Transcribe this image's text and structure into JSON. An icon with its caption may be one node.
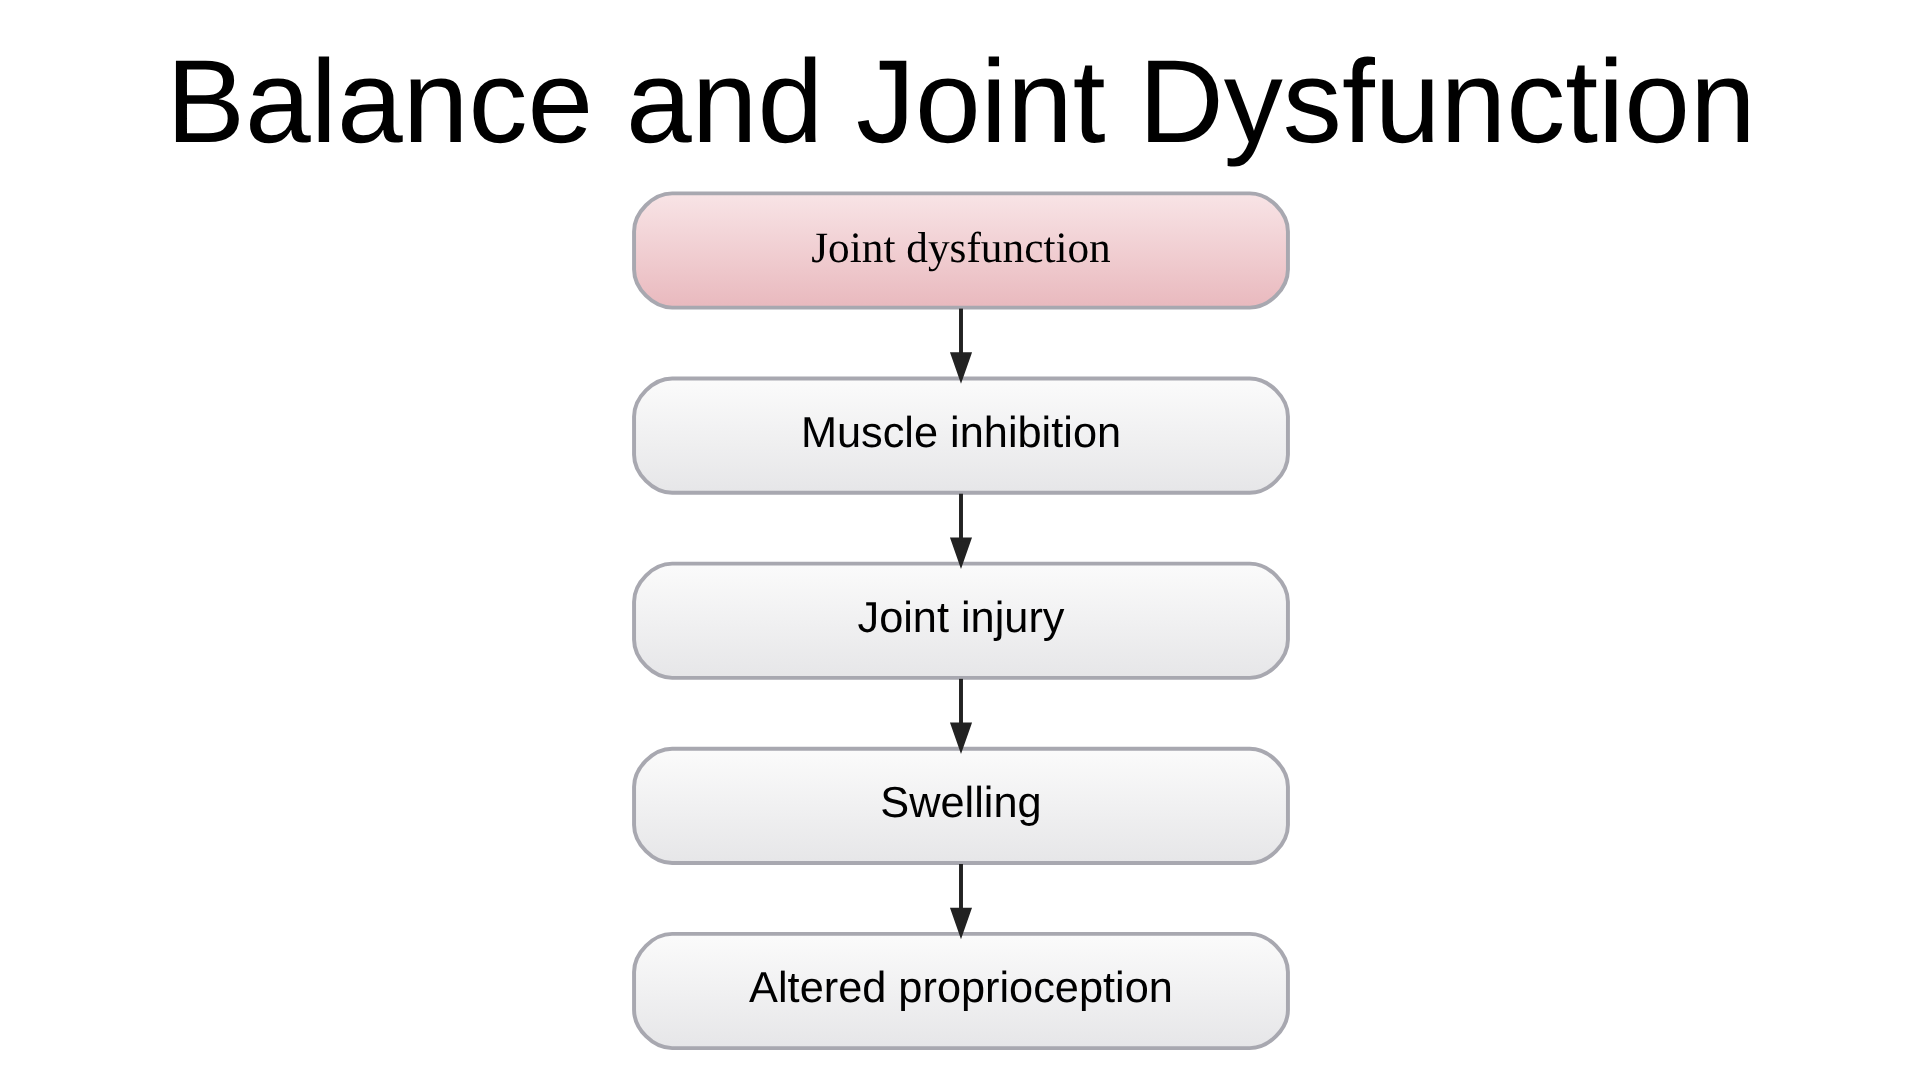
{
  "diagram": {
    "title": "Balance and Joint Dysfunction",
    "nodes": [
      {
        "text": [
          "Joint dysfunction"
        ]
      },
      {
        "text": [
          "Muscle inhibition"
        ]
      },
      {
        "text": [
          "Joint injury"
        ]
      },
      {
        "text": [
          "Swelling"
        ]
      },
      {
        "text": [
          "Altered proprioception"
        ]
      }
    ],
    "edges": [
      {
        "from": 0,
        "to": 1,
        "arrow": "to"
      },
      {
        "from": 1,
        "to": 2,
        "arrow": "to"
      },
      {
        "from": 2,
        "to": 3,
        "arrow": "to"
      },
      {
        "from": 3,
        "to": 4,
        "arrow": "to"
      }
    ]
  }
}
